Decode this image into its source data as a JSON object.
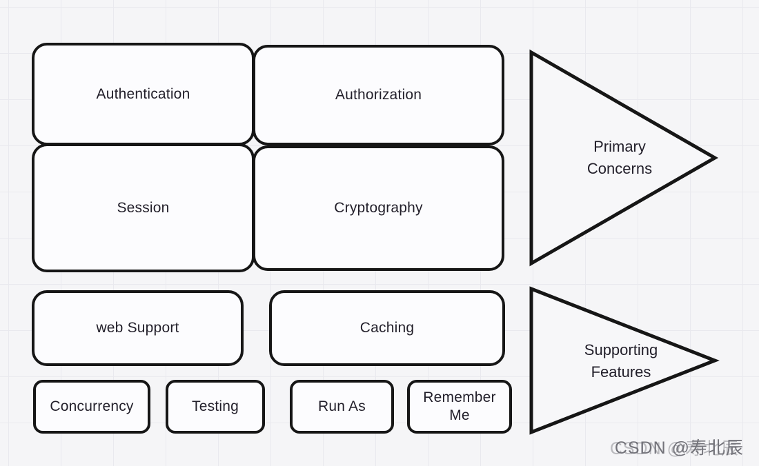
{
  "colors": {
    "background": "#f5f5f7",
    "grid_line": "#e9e9ee",
    "box_fill": "#fcfcfe",
    "box_border": "#161616",
    "text": "#221f2a",
    "watermark": "#73737a"
  },
  "primary_group": {
    "boxes": [
      {
        "label": "Authentication"
      },
      {
        "label": "Authorization"
      },
      {
        "label": "Session"
      },
      {
        "label": "Cryptography"
      }
    ],
    "arrow_label": {
      "line1": "Primary",
      "line2": "Concerns"
    }
  },
  "supporting_group": {
    "boxes": [
      {
        "label": "web Support"
      },
      {
        "label": "Caching"
      },
      {
        "label": "Concurrency"
      },
      {
        "label": "Testing"
      },
      {
        "label": "Run As"
      },
      {
        "label": "Remember Me"
      }
    ],
    "arrow_label": {
      "line1": "Supporting",
      "line2": "Features"
    }
  },
  "watermark": {
    "text": "CSDN @寿北辰"
  }
}
